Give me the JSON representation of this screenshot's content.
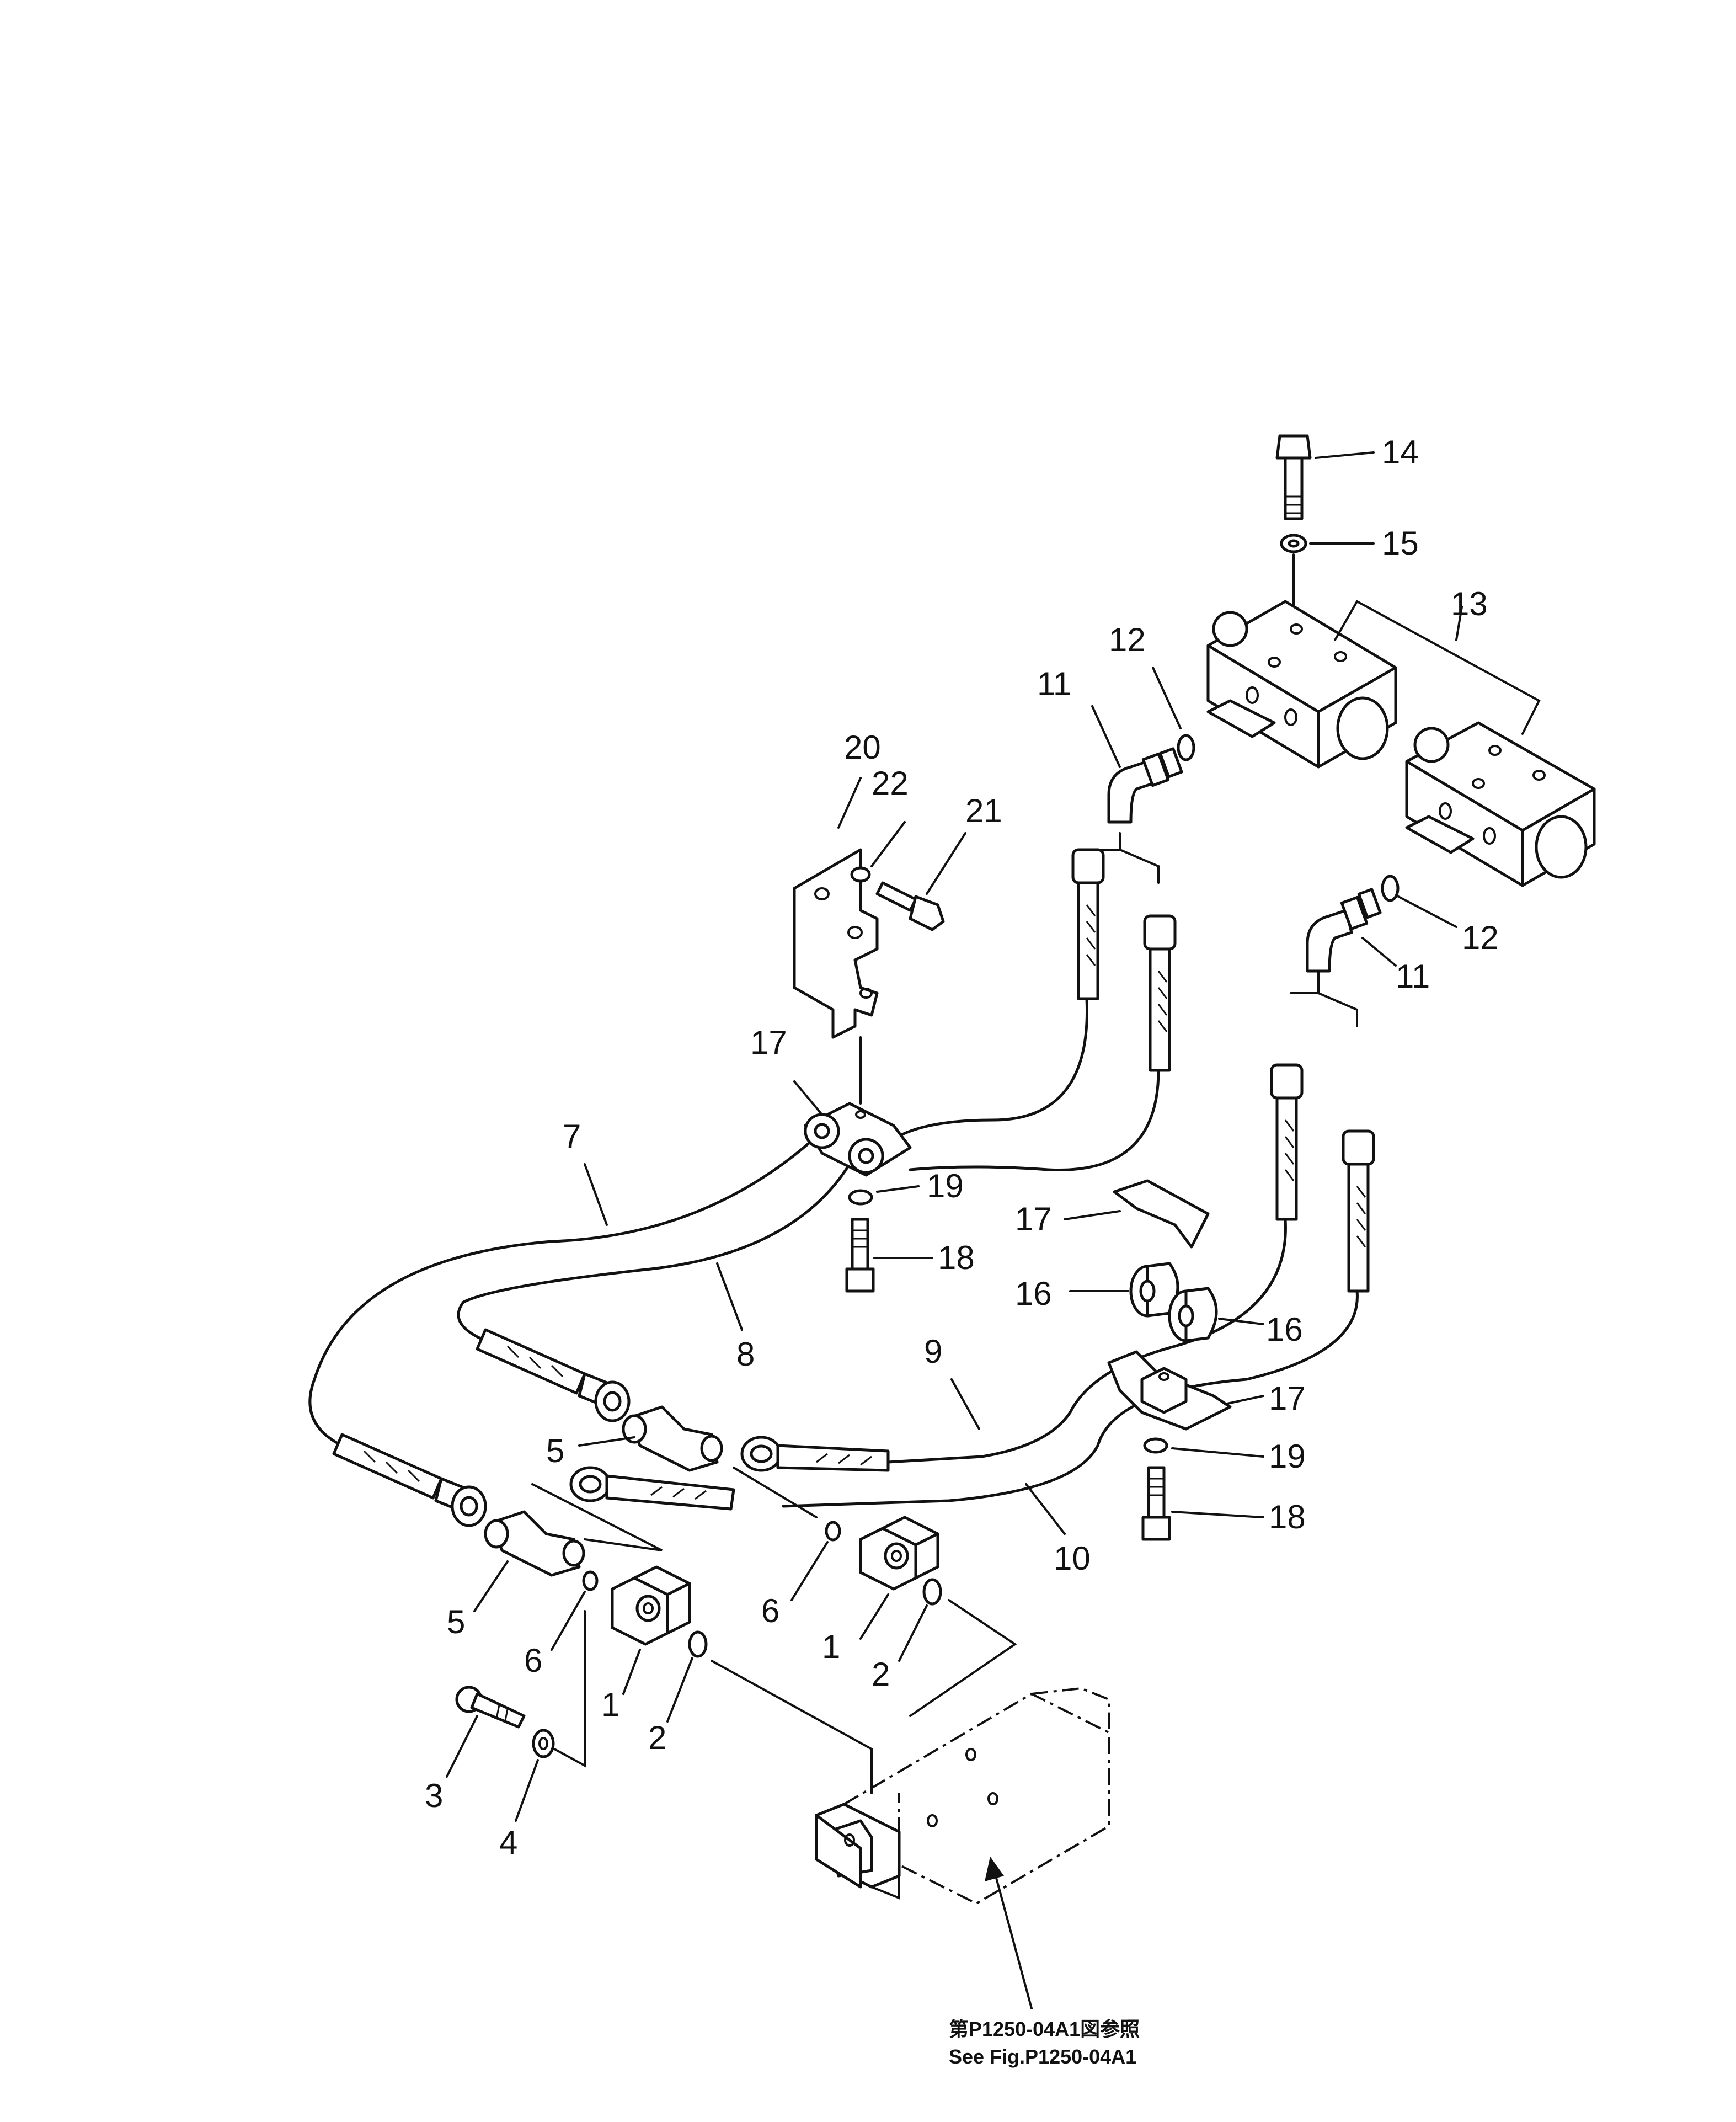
{
  "diagram": {
    "callouts": [
      {
        "id": "c14",
        "text": "14"
      },
      {
        "id": "c15",
        "text": "15"
      },
      {
        "id": "c13",
        "text": "13"
      },
      {
        "id": "c12a",
        "text": "12"
      },
      {
        "id": "c11a",
        "text": "11"
      },
      {
        "id": "c20",
        "text": "20"
      },
      {
        "id": "c22",
        "text": "22"
      },
      {
        "id": "c21",
        "text": "21"
      },
      {
        "id": "c12b",
        "text": "12"
      },
      {
        "id": "c11b",
        "text": "11"
      },
      {
        "id": "c17a",
        "text": "17"
      },
      {
        "id": "c7",
        "text": "7"
      },
      {
        "id": "c19a",
        "text": "19"
      },
      {
        "id": "c17b",
        "text": "17"
      },
      {
        "id": "c18a",
        "text": "18"
      },
      {
        "id": "c8",
        "text": "8"
      },
      {
        "id": "c16a",
        "text": "16"
      },
      {
        "id": "c16b",
        "text": "16"
      },
      {
        "id": "c9",
        "text": "9"
      },
      {
        "id": "c17c",
        "text": "17"
      },
      {
        "id": "c5a",
        "text": "5"
      },
      {
        "id": "c19b",
        "text": "19"
      },
      {
        "id": "c18b",
        "text": "18"
      },
      {
        "id": "c10",
        "text": "10"
      },
      {
        "id": "c6a",
        "text": "6"
      },
      {
        "id": "c1a",
        "text": "1"
      },
      {
        "id": "c2a",
        "text": "2"
      },
      {
        "id": "c5b",
        "text": "5"
      },
      {
        "id": "c6b",
        "text": "6"
      },
      {
        "id": "c1b",
        "text": "1"
      },
      {
        "id": "c2b",
        "text": "2"
      },
      {
        "id": "c3",
        "text": "3"
      },
      {
        "id": "c4",
        "text": "4"
      }
    ],
    "reference_jp": "第P1250-04A1図参照",
    "reference_en": "See Fig.P1250-04A1"
  }
}
